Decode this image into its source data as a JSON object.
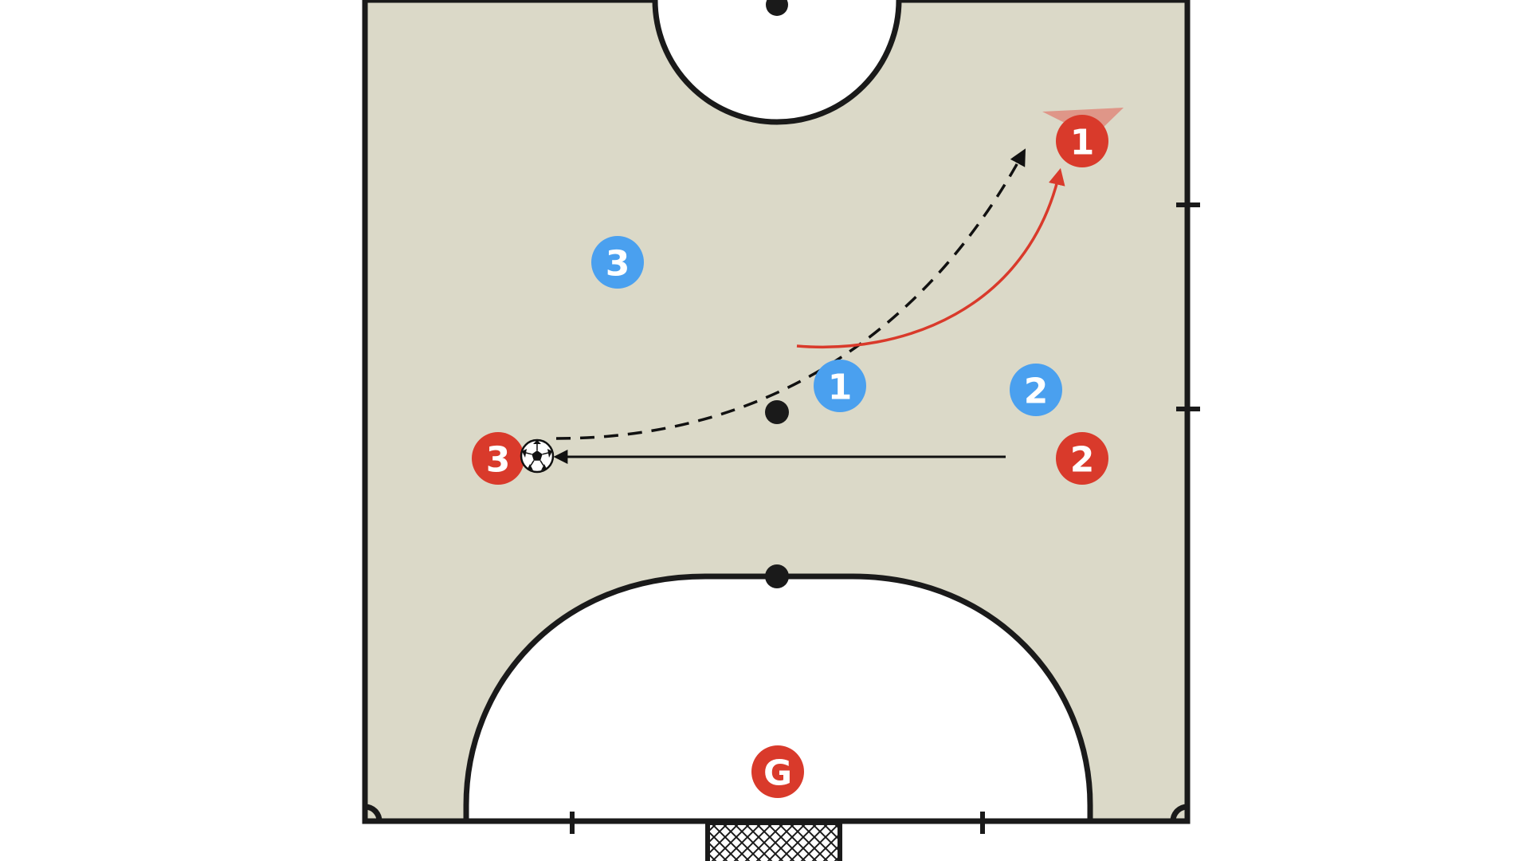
{
  "colors": {
    "court_fill": "#dbd9c8",
    "court_line": "#1a1a1a",
    "area_fill": "#ffffff",
    "team_red": "#d93a2b",
    "team_blue": "#4aa0ef",
    "pass_line": "#111111",
    "run_line": "#d93a2b"
  },
  "players": [
    {
      "id": "red-1",
      "team": "red",
      "label": "1"
    },
    {
      "id": "red-2",
      "team": "red",
      "label": "2"
    },
    {
      "id": "red-3",
      "team": "red",
      "label": "3"
    },
    {
      "id": "red-g",
      "team": "red",
      "label": "G"
    },
    {
      "id": "blue-1",
      "team": "blue",
      "label": "1"
    },
    {
      "id": "blue-2",
      "team": "blue",
      "label": "2"
    },
    {
      "id": "blue-3",
      "team": "blue",
      "label": "3"
    }
  ],
  "icons": {
    "ball": "soccer-ball-icon",
    "goal": "goal-net-icon",
    "cone": "cone-marker-icon"
  },
  "movements": [
    {
      "id": "pass-2-to-3",
      "kind": "pass",
      "style": "solid",
      "from": "red-2",
      "to": "red-3"
    },
    {
      "id": "pass-3-to-1",
      "kind": "pass",
      "style": "dashed",
      "from": "red-3",
      "to": "red-1"
    },
    {
      "id": "run-1",
      "kind": "run",
      "style": "solid",
      "player": "red-1"
    }
  ]
}
